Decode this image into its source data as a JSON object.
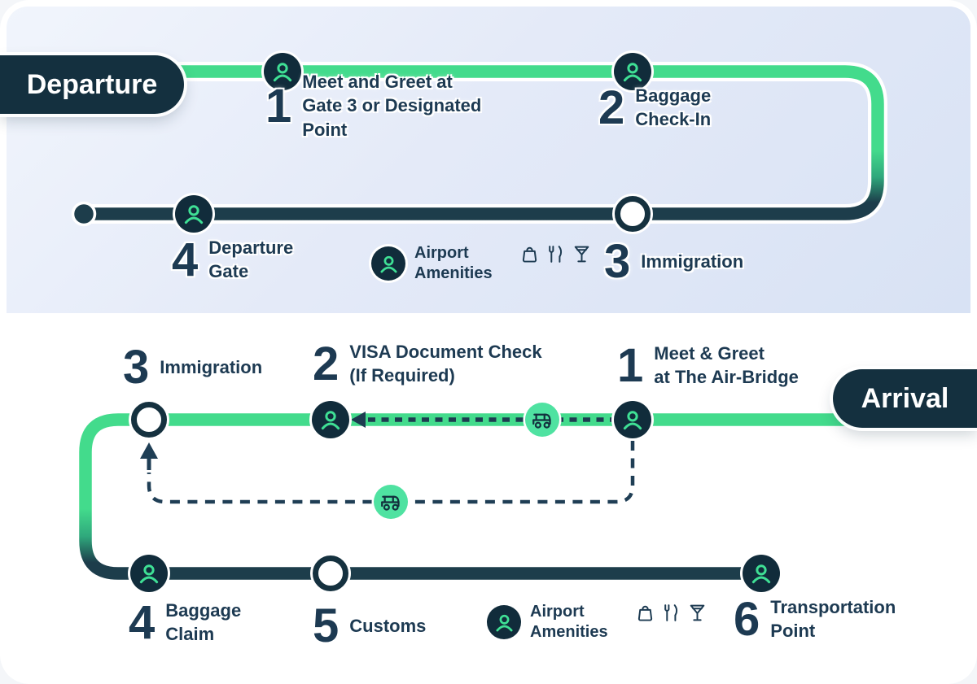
{
  "colors": {
    "route_green": "#43db8c",
    "route_dark": "#1d3d4b",
    "text_navy": "#1d3a52",
    "badge_bg": "#14303f",
    "pin_bg": "#112c3b",
    "pin_glyph_green": "#3fe095",
    "cart_circle_green": "#4fe2a1",
    "panel_blue": "#e4eaf8"
  },
  "departure": {
    "badge": "Departure",
    "stops": [
      {
        "num": "1",
        "label": "Meet and Greet at\nGate 3 or Designated\nPoint",
        "marker": "person-pin"
      },
      {
        "num": "2",
        "label": "Baggage\nCheck-In",
        "marker": "person-pin"
      },
      {
        "num": "3",
        "label": "Immigration",
        "marker": "open-circle"
      },
      {
        "num": "4",
        "label": "Departure\nGate",
        "marker": "person-pin"
      }
    ],
    "amenities": {
      "title": "Airport\nAmenities",
      "icons": [
        "shopping-bag-icon",
        "dining-icon",
        "cocktail-icon"
      ]
    }
  },
  "arrival": {
    "badge": "Arrival",
    "stops": [
      {
        "num": "1",
        "label": "Meet & Greet\nat The Air-Bridge",
        "marker": "person-pin"
      },
      {
        "num": "2",
        "label": "VISA Document Check\n(If Required)",
        "marker": "person-pin"
      },
      {
        "num": "3",
        "label": "Immigration",
        "marker": "open-circle"
      },
      {
        "num": "4",
        "label": "Baggage\nClaim",
        "marker": "person-pin"
      },
      {
        "num": "5",
        "label": "Customs",
        "marker": "open-circle"
      },
      {
        "num": "6",
        "label": "Transportation\nPoint",
        "marker": "person-pin"
      }
    ],
    "amenities": {
      "title": "Airport\nAmenities",
      "icons": [
        "shopping-bag-icon",
        "dining-icon",
        "cocktail-icon"
      ]
    },
    "shuttle_routes": [
      "buggy-shuttle-along-line",
      "buggy-bypass-route"
    ]
  }
}
